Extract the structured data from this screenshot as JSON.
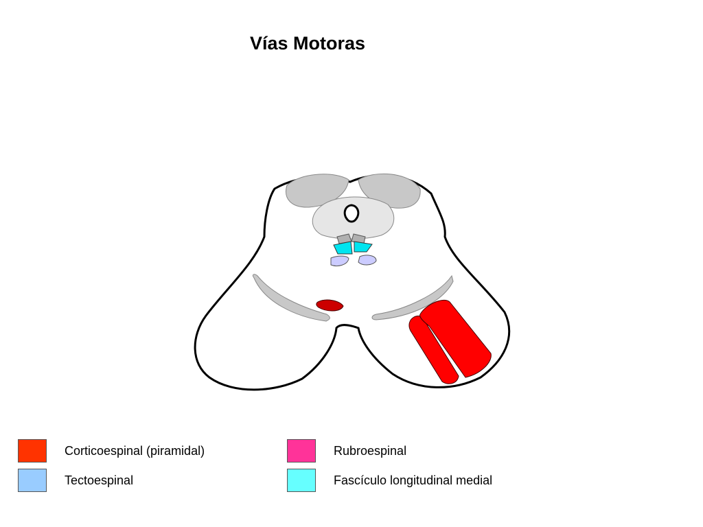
{
  "title": "Vías Motoras",
  "colors": {
    "corticoespinal": "#ff3300",
    "rubroespinal": "#ff3399",
    "tectoespinal": "#99ccff",
    "fasciculo": "#66ffff",
    "grey_matter": "#c8c8c8",
    "central_grey": "#e6e6e6",
    "tract_red": "#ff0000",
    "nucleus_red": "#cc0000",
    "lavender": "#ccccff",
    "cyan": "#00e5f0"
  },
  "legend": [
    {
      "label": "Corticoespinal (piramidal)",
      "color": "#ff3300"
    },
    {
      "label": "Tectoespinal",
      "color": "#99ccff"
    },
    {
      "label": "Rubroespinal",
      "color": "#ff3399"
    },
    {
      "label": "Fascículo longitudinal medial",
      "color": "#66ffff"
    }
  ]
}
